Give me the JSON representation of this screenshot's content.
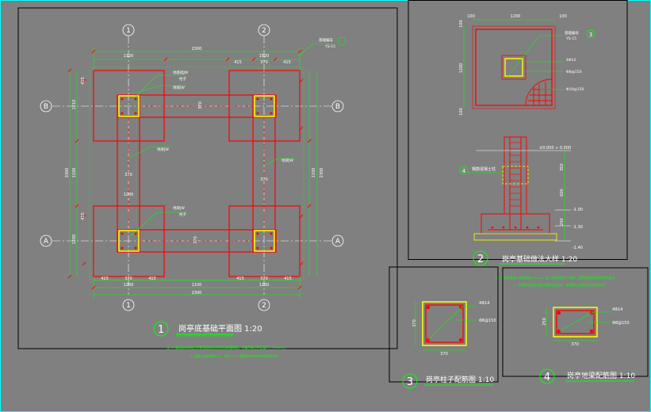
{
  "colors": {
    "background": "#808080",
    "frame": "#000000",
    "concrete": "#ff0000",
    "column": "#ffff00",
    "dimension": "#00ff00",
    "axis": "#ffffff",
    "text": "#ffffff",
    "leader": "#00ff00",
    "rebar": "#ff0000",
    "note_text": "#ffff00",
    "note_text_2": "#00ff00",
    "title_underline": "#00ff00"
  },
  "plan": {
    "axis_labels": {
      "top_1": "1",
      "top_2": "2",
      "bottom_1": "1",
      "bottom_2": "2",
      "left_B": "B",
      "right_B": "B",
      "left_A": "A",
      "right_A": "A"
    },
    "dims": {
      "top_total": "2300",
      "top_left": "1120",
      "top_right": "1520",
      "top_a": "370",
      "top_b": "415",
      "bottom_total": "2300",
      "bottom_mid": "1100",
      "bottom_left1": "415",
      "bottom_left2": "370",
      "bottom_left3": "415",
      "bottom_right1": "415",
      "bottom_right2": "370",
      "bottom_right3": "415",
      "bottom_w1": "1200",
      "bottom_w2": "1200",
      "left_total": "3300",
      "left_mid": "1100",
      "left_b1": "1210",
      "left_b2": "415",
      "left_a1": "1200",
      "left_a2": "415",
      "right_total": "2300",
      "right_mid": "1100",
      "beam_w1": "370",
      "beam_w2": "370",
      "beam_w3": "370",
      "beam_w4": "370",
      "mid_dim": "1200"
    },
    "labels": {
      "tag_yz": "YS-15",
      "col_l1": "地基础JW",
      "col_l2": "柱子",
      "col_l3": "地梁JW",
      "beam_l1": "地梁JW",
      "beam_l2": "地梁JW",
      "col_l4": "地梁JW",
      "col_l5": "柱子",
      "tag_top": "基础编号"
    },
    "title": "岗亭底基础平面图 1:20",
    "title_num": "1",
    "notes": [
      "注: 1. 基础底标高施工时需根据现场实际情况调整确定，地基承载力特征值不小于80kPa。",
      "2. 混凝土强度等级C25，垫层C15；钢筋保护层厚度详见图纸说明"
    ]
  },
  "detail2": {
    "title": "岗亭基础做法大样 1:20",
    "title_num": "2",
    "top_dims": {
      "w_total": "1200",
      "side_l": "100",
      "side_r": "100"
    },
    "left_dims": {
      "h_total": "1200",
      "top": "100",
      "bottom": "100"
    },
    "labels": {
      "tag": "基础编号",
      "ys": "YS-15",
      "rebar1": "4Φ14",
      "rebar2": "Φ8@150",
      "mesh": "Φ10@150",
      "circ_num": "3"
    },
    "section": {
      "level_top": "±0.000 ≈ 0.000",
      "lev1": "-1.00",
      "lev2": "-1.30",
      "lev3": "-1.40",
      "dim1": "350",
      "dim2": "600",
      "dim3": "200",
      "tag": "钢筋混凝土柱",
      "circ_num": "4"
    },
    "notes": [
      "注: 1. 基础混凝土垫层厚度100mm，施工时需预留柱子插筋，插筋锚固长度满足规范要求。",
      "2. 开挖基坑时应注意边坡稳定及排水，基础施工完成后及时回填夯实。"
    ]
  },
  "detail3": {
    "title": "岗亭柱子配筋图 1:10",
    "title_num": "3",
    "dims": {
      "w": "370",
      "h": "370"
    },
    "labels": {
      "rebar1": "4Φ14",
      "rebar2": "Φ8@150"
    }
  },
  "detail4": {
    "title": "岗亭地梁配筋图 1:10",
    "title_num": "4",
    "dims": {
      "w": "370",
      "h": "250"
    },
    "labels": {
      "rebar1": "4Φ14",
      "rebar2": "Φ8@150"
    }
  }
}
